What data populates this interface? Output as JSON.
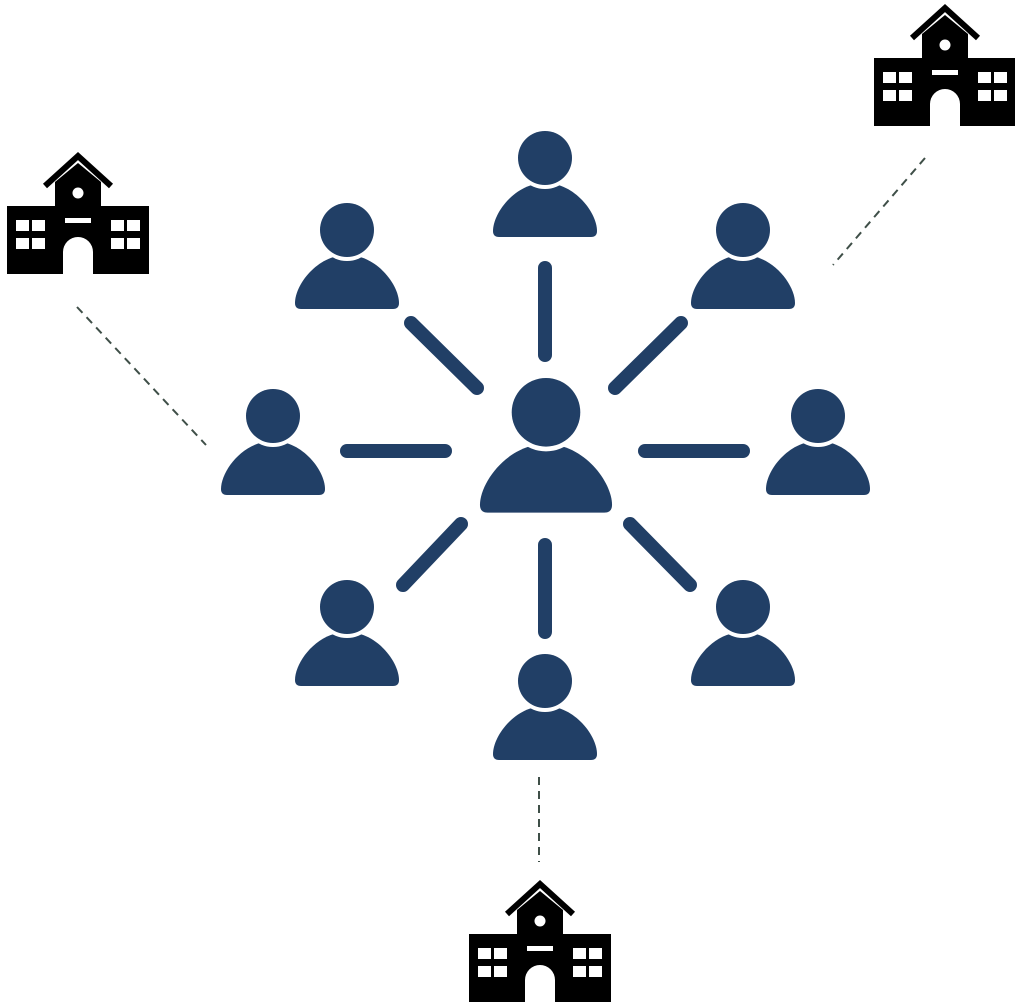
{
  "colors": {
    "background": "#ffffff",
    "person": "#213f66",
    "spoke": "#213f66",
    "school": "#000000",
    "dashed_link": "#3f4f48"
  },
  "hub": {
    "icon": "person-icon",
    "label": ""
  },
  "peers": [
    {
      "id": "top",
      "icon": "person-icon"
    },
    {
      "id": "top-right",
      "icon": "person-icon"
    },
    {
      "id": "right",
      "icon": "person-icon"
    },
    {
      "id": "bottom-right",
      "icon": "person-icon"
    },
    {
      "id": "bottom",
      "icon": "person-icon"
    },
    {
      "id": "bottom-left",
      "icon": "person-icon"
    },
    {
      "id": "left",
      "icon": "person-icon"
    },
    {
      "id": "top-left",
      "icon": "person-icon"
    }
  ],
  "schools": [
    {
      "id": "school-top-left",
      "icon": "school-building-icon",
      "links_to": "left"
    },
    {
      "id": "school-top-right",
      "icon": "school-building-icon",
      "links_to": "top-right"
    },
    {
      "id": "school-bottom",
      "icon": "school-building-icon",
      "links_to": "bottom"
    }
  ]
}
